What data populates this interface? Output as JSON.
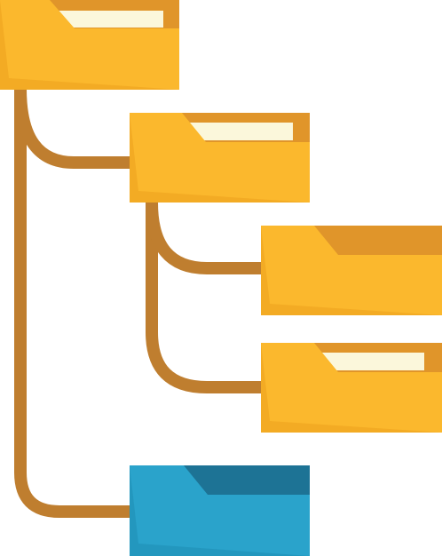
{
  "diagram": {
    "kind": "folder-tree",
    "colors": {
      "background": "#ffffff",
      "connector": "#BF7E2F",
      "folder_front": "#FBB82D",
      "folder_back": "#E0952A",
      "folder_front_shadow": "#F3AB24",
      "paper": "#FBF7DB",
      "blue_front": "#2AA3CB",
      "blue_back": "#1D7395",
      "blue_front_shadow": "#2397BE"
    },
    "nodes": [
      {
        "id": "root",
        "label": "",
        "icon": "folder-icon",
        "color": "yellow",
        "has_paper": true,
        "level": 0
      },
      {
        "id": "child-1",
        "label": "",
        "icon": "folder-icon",
        "color": "yellow",
        "has_paper": true,
        "level": 1
      },
      {
        "id": "grandchild-1",
        "label": "",
        "icon": "folder-icon",
        "color": "yellow",
        "has_paper": false,
        "level": 2
      },
      {
        "id": "grandchild-2",
        "label": "",
        "icon": "folder-icon",
        "color": "yellow",
        "has_paper": true,
        "level": 2
      },
      {
        "id": "child-2",
        "label": "",
        "icon": "folder-icon",
        "color": "blue",
        "has_paper": false,
        "level": 1
      }
    ],
    "edges": [
      {
        "from": "root",
        "to": "child-1"
      },
      {
        "from": "root",
        "to": "child-2"
      },
      {
        "from": "child-1",
        "to": "grandchild-1"
      },
      {
        "from": "child-1",
        "to": "grandchild-2"
      }
    ]
  }
}
